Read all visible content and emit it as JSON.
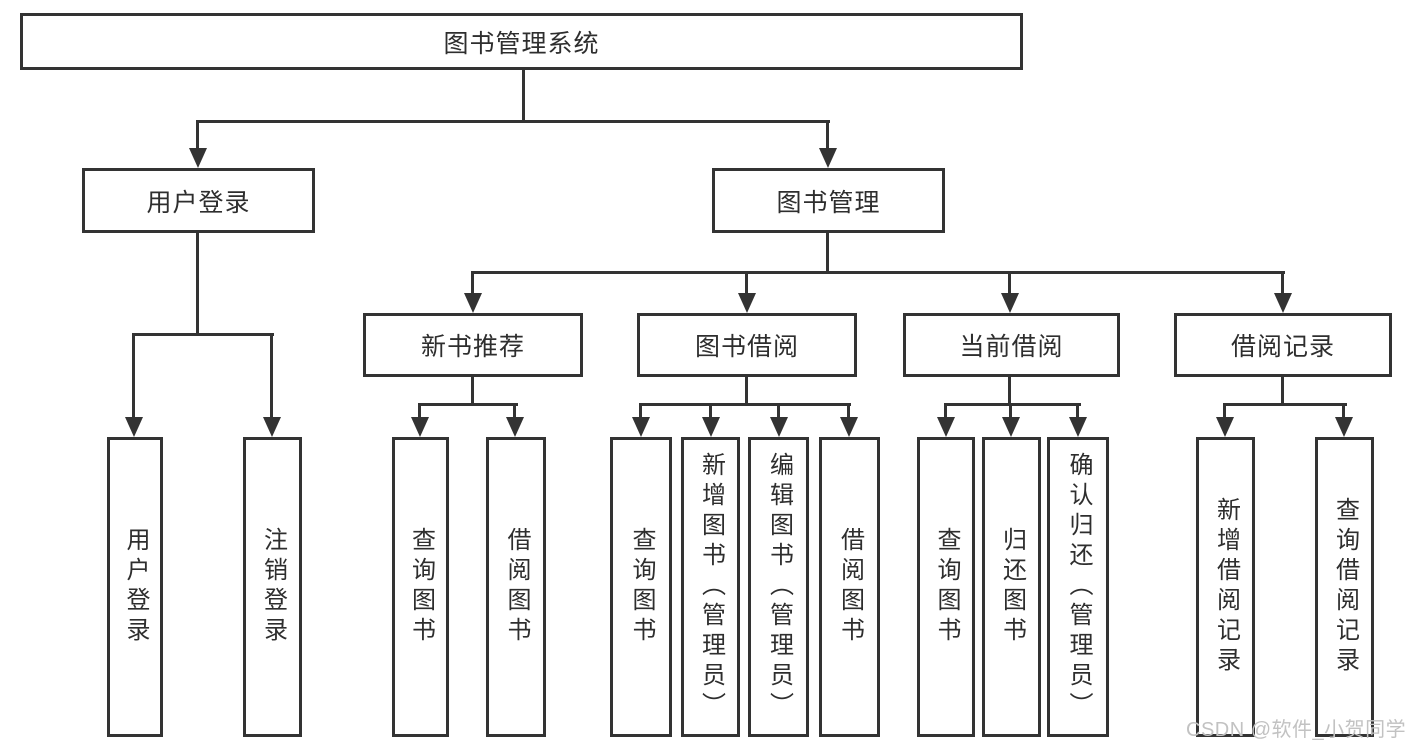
{
  "tree": {
    "root": {
      "label": "图书管理系统",
      "children": [
        {
          "label": "用户登录",
          "children": [
            {
              "label": "用户登录"
            },
            {
              "label": "注销登录"
            }
          ]
        },
        {
          "label": "图书管理",
          "children": [
            {
              "label": "新书推荐",
              "children": [
                {
                  "label": "查询图书"
                },
                {
                  "label": "借阅图书"
                }
              ]
            },
            {
              "label": "图书借阅",
              "children": [
                {
                  "label": "查询图书"
                },
                {
                  "label": "新增图书（管理员）"
                },
                {
                  "label": "编辑图书（管理员）"
                },
                {
                  "label": "借阅图书"
                }
              ]
            },
            {
              "label": "当前借阅",
              "children": [
                {
                  "label": "查询图书"
                },
                {
                  "label": "归还图书"
                },
                {
                  "label": "确认归还（管理员）"
                }
              ]
            },
            {
              "label": "借阅记录",
              "children": [
                {
                  "label": "新增借阅记录"
                },
                {
                  "label": "查询借阅记录"
                }
              ]
            }
          ]
        }
      ]
    }
  },
  "watermark": {
    "text": "CSDN @软件_小贺同学"
  },
  "colors": {
    "line": "#333333",
    "text": "#2e2e2e",
    "watermark": "#c2c2c2",
    "background": "#ffffff"
  }
}
